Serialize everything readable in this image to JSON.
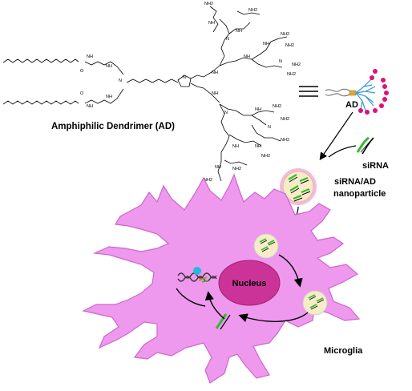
{
  "labels": {
    "dendrimer_name": "Amphiphilic Dendrimer (AD)",
    "ad_short": "AD",
    "sirna": "siRNA",
    "nanoparticle_line1": "siRNA/AD",
    "nanoparticle_line2": "nanoparticle",
    "nucleus": "Nucleus",
    "microglia": "Microglia"
  },
  "chem_text": {
    "nh2": "NH2",
    "nh": "NH",
    "n": "N",
    "o": "O"
  },
  "colors": {
    "cell_fill": "#ee99ee",
    "cell_stroke": "#cc66cc",
    "nucleus_fill": "#cc3399",
    "nucleus_stroke": "#a0206f",
    "nanoparticle_fill": "#f7ecc8",
    "nanoparticle_ring": "#f3b9e3",
    "sirna_green": "#33bb33",
    "dendrimer_head": "#dd1177",
    "dendrimer_branch": "#3399dd",
    "ad_core": "#dd8800"
  }
}
